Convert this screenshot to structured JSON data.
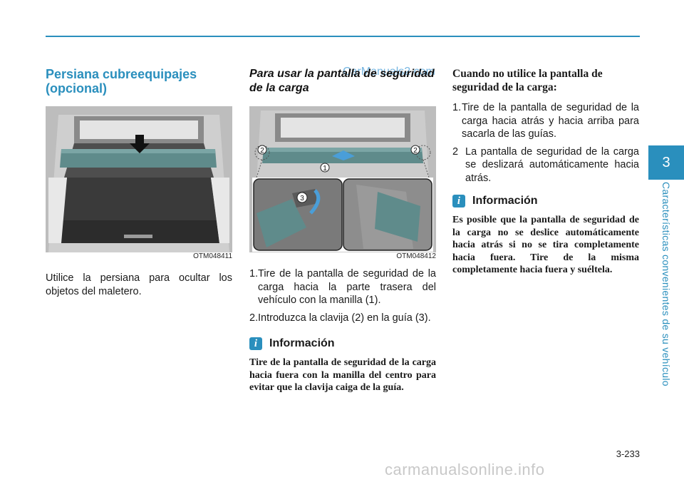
{
  "watermark_top": "CarManuals2.com",
  "watermark_bottom": "carmanualsonline.info",
  "chapter_number": "3",
  "chapter_title": "Características convenientes de su vehículo",
  "page_number": "3-233",
  "col1": {
    "heading": "Persiana cubreequipajes (opcional)",
    "image_code": "OTM048411",
    "body": "Utilice la persiana para ocultar los objetos del maletero."
  },
  "col2": {
    "heading": "Para usar la pantalla de seguridad de la carga",
    "image_code": "OTM048412",
    "callouts": [
      "1",
      "2",
      "3"
    ],
    "steps": [
      {
        "num": "1.",
        "text": "Tire de la pantalla de seguridad de la carga hacia la parte trasera del vehículo con la manilla (1)."
      },
      {
        "num": "2.",
        "text": "Introduzca la clavija (2) en la guía (3)."
      }
    ],
    "info_title": "Información",
    "info_text": "Tire de la pantalla de seguridad de la carga hacia fuera con la manilla del centro para evitar que la clavija caiga de la guía."
  },
  "col3": {
    "heading": "Cuando no utilice la pantalla de seguridad de la carga:",
    "steps": [
      {
        "num": "1.",
        "text": "Tire de la pantalla de seguridad de la carga hacia atrás y hacia arriba para sacarla de las guías."
      },
      {
        "num": "2",
        "text": "La pantalla de seguridad de la carga se deslizará automáticamente hacia atrás."
      }
    ],
    "info_title": "Información",
    "info_text": "Es posible que la pantalla de seguridad de la carga no se deslice automáticamente hacia atrás si no se tira completamente hacia fuera. Tire de la misma completamente hacia fuera y suéltela."
  },
  "colors": {
    "accent": "#2a8fbd",
    "cover": "#5f8b8b"
  },
  "icons": [
    "info-icon",
    "down-arrow-icon"
  ]
}
